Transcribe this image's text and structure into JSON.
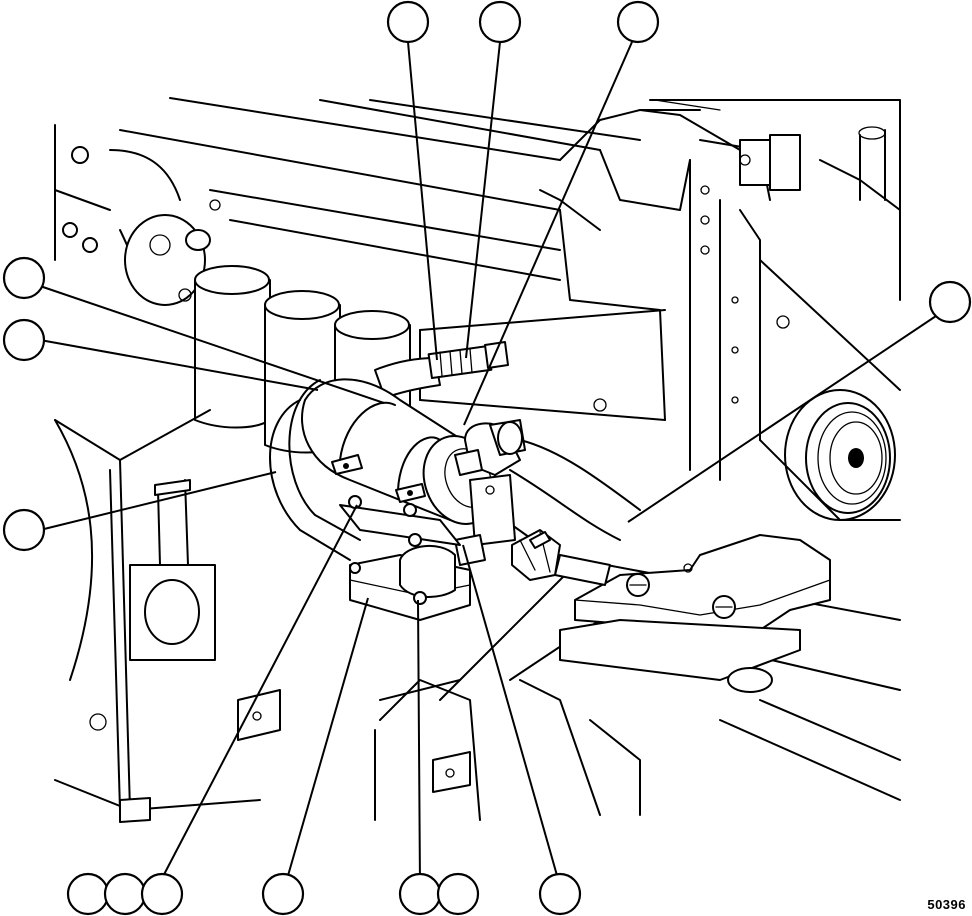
{
  "figure": {
    "id_label": "50396"
  },
  "callouts": [
    {
      "name": "callout-top-1"
    },
    {
      "name": "callout-top-2"
    },
    {
      "name": "callout-top-3"
    },
    {
      "name": "callout-right-1"
    },
    {
      "name": "callout-left-1"
    },
    {
      "name": "callout-left-2"
    },
    {
      "name": "callout-left-3"
    },
    {
      "name": "callout-bottom-1"
    },
    {
      "name": "callout-bottom-2"
    },
    {
      "name": "callout-bottom-3"
    },
    {
      "name": "callout-bottom-4"
    },
    {
      "name": "callout-bottom-5"
    },
    {
      "name": "callout-bottom-6"
    },
    {
      "name": "callout-bottom-7"
    }
  ],
  "colors": {
    "ink": "#000000",
    "paper": "#ffffff"
  }
}
